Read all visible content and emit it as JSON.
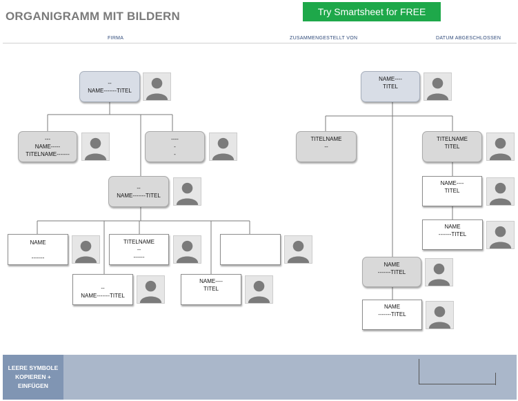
{
  "page": {
    "title": "ORGANIGRAMM MIT BILDERN",
    "cta": "Try Smartsheet for FREE",
    "headers": [
      "FIRMA",
      "ZUSAMMENGESTELLT VON",
      "DATUM ABGESCHLOSSEN"
    ]
  },
  "nodes": [
    {
      "id": "a-root",
      "lines": [
        "--",
        "NAME-------TITEL"
      ]
    },
    {
      "id": "a-l2-left",
      "lines": [
        "---",
        "NAME-----",
        "TITELNAME-------"
      ]
    },
    {
      "id": "a-l2-right",
      "lines": [
        "----",
        "-",
        "-"
      ]
    },
    {
      "id": "a-mid",
      "lines": [
        "--",
        "NAME-------TITEL"
      ]
    },
    {
      "id": "a-l4-1",
      "lines": [
        "NAME",
        "",
        "-------"
      ]
    },
    {
      "id": "a-l4-2",
      "lines": [
        "TITELNAME",
        "--",
        "------"
      ]
    },
    {
      "id": "a-l4-3",
      "lines": []
    },
    {
      "id": "a-l5-1",
      "lines": [
        "--",
        "NAME-------TITEL"
      ]
    },
    {
      "id": "a-l5-2",
      "lines": [
        "NAME----",
        "TITEL"
      ]
    },
    {
      "id": "b-root",
      "lines": [
        "NAME----",
        "TITEL"
      ]
    },
    {
      "id": "b-l2-left",
      "lines": [
        "TITELNAME",
        "--"
      ]
    },
    {
      "id": "b-l2-right",
      "lines": [
        "TITELNAME",
        "TITEL"
      ]
    },
    {
      "id": "b-r3",
      "lines": [
        "NAME----",
        "TITEL"
      ]
    },
    {
      "id": "b-r4",
      "lines": [
        "NAME",
        "-------TITEL"
      ]
    },
    {
      "id": "b-c1",
      "lines": [
        "NAME",
        "-------TITEL"
      ]
    },
    {
      "id": "b-c2",
      "lines": [
        "NAME",
        "-------TITEL"
      ]
    }
  ],
  "footer": {
    "label": "LEERE SYMBOLE KOPIEREN + EINFÜGEN"
  },
  "colors": {
    "cta": "#1ea84a",
    "blue_box": "#d8dde6",
    "gray_box": "#d9d9d9",
    "footer": "#aab7ca",
    "footer_label": "#8095b3",
    "header_text": "#2f4a7a"
  }
}
